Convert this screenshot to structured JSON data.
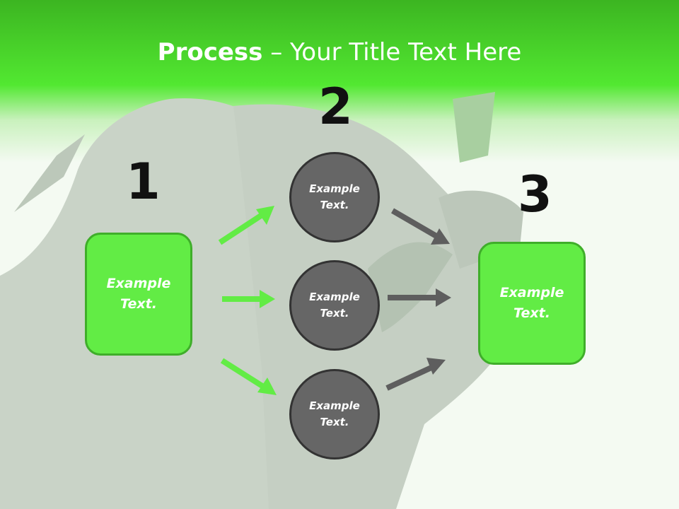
{
  "title": {
    "bold": "Process",
    "dash": " – ",
    "rest": "Your Title Text Here"
  },
  "steps": {
    "one": {
      "number": "1",
      "text": "Example Text."
    },
    "two": {
      "number": "2",
      "items": [
        {
          "text": "Example Text."
        },
        {
          "text": "Example Text."
        },
        {
          "text": "Example Text."
        }
      ]
    },
    "three": {
      "number": "3",
      "text": "Example Text."
    }
  },
  "colors": {
    "green_box": "#62ec45",
    "green_border": "#3fae2a",
    "green_arrow": "#62ec45",
    "gray_circle": "#666666",
    "gray_arrow": "#5e5e5e",
    "number": "#111111"
  }
}
